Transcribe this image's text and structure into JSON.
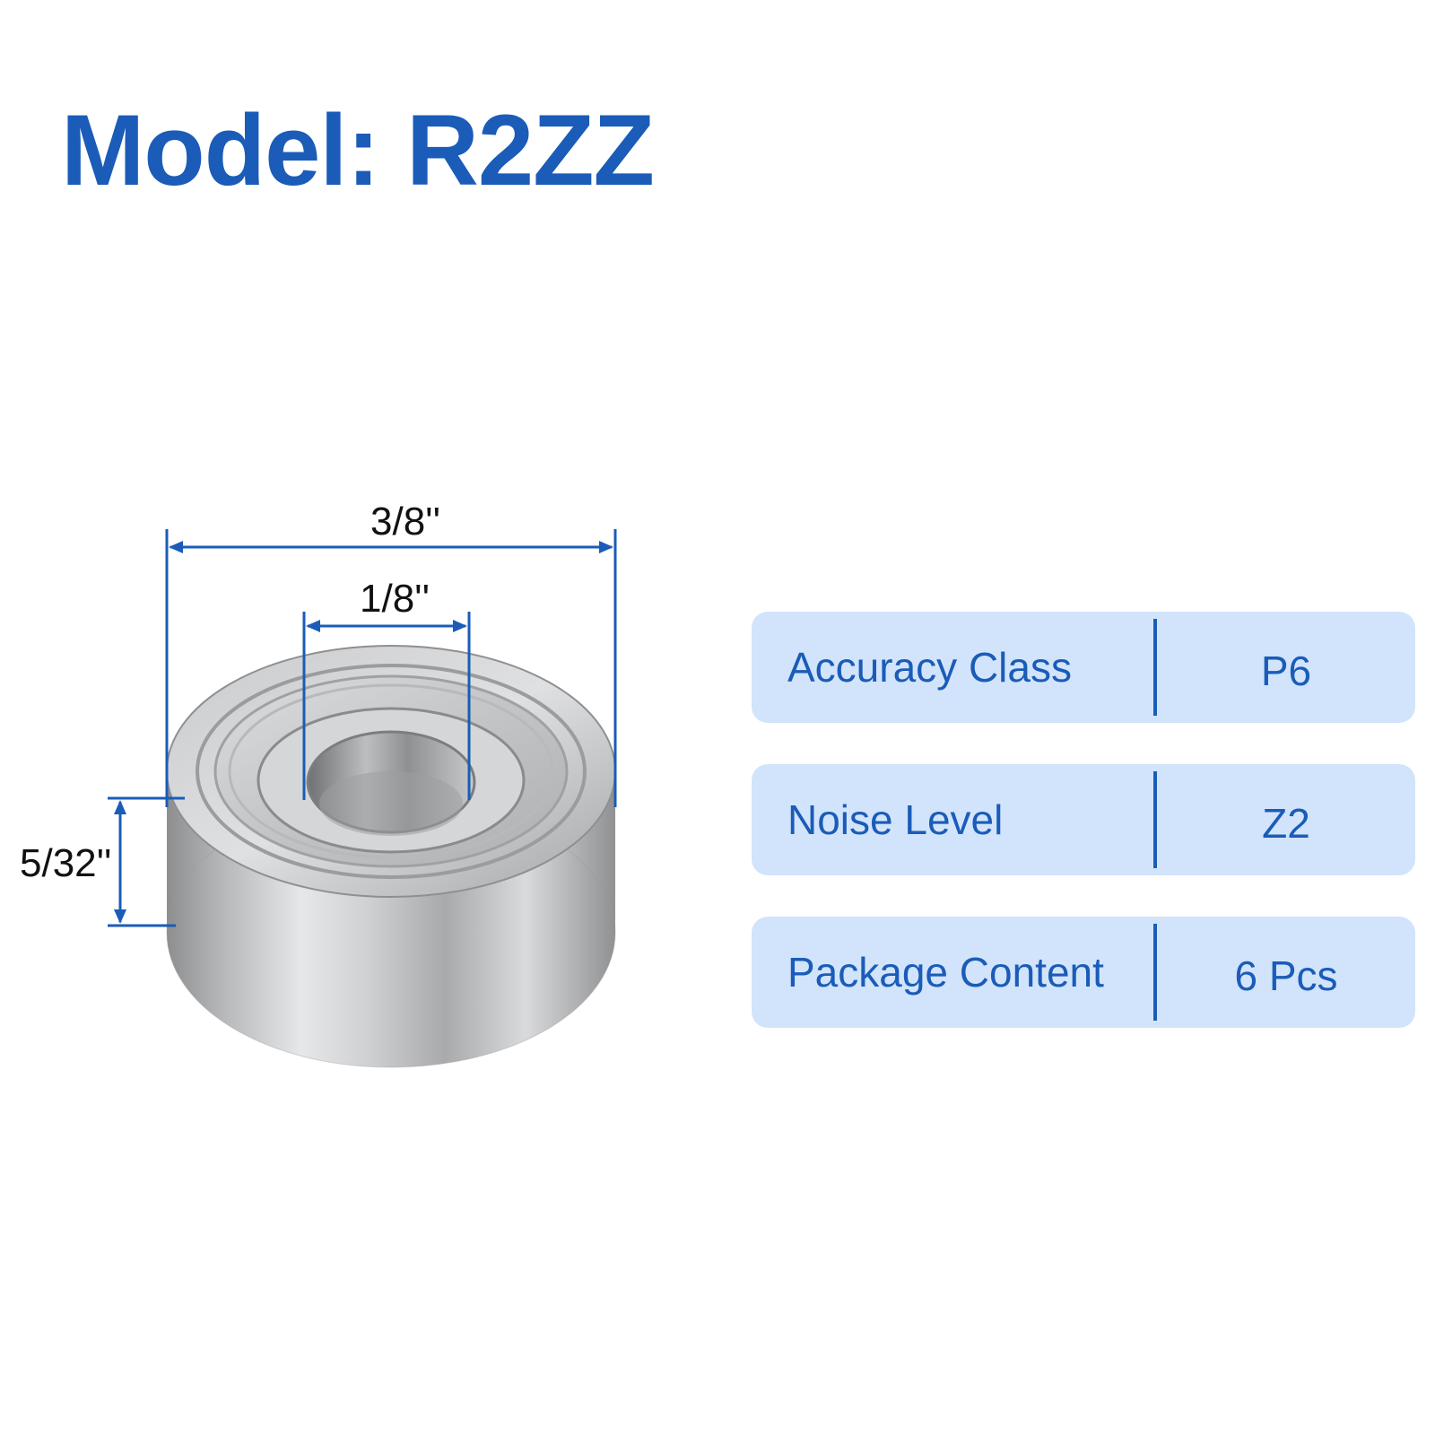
{
  "title": "Model: R2ZZ",
  "colors": {
    "accent": "#1a5cb8",
    "spec_background": "#d2e4fb",
    "dimension_line": "#1a5cb8"
  },
  "dimensions": {
    "outer_diameter": "3/8''",
    "inner_diameter": "1/8''",
    "width": "5/32''"
  },
  "specs": [
    {
      "label": "Accuracy Class",
      "value": "P6"
    },
    {
      "label": "Noise Level",
      "value": "Z2"
    },
    {
      "label": "Package Content",
      "value": "6 Pcs"
    }
  ]
}
